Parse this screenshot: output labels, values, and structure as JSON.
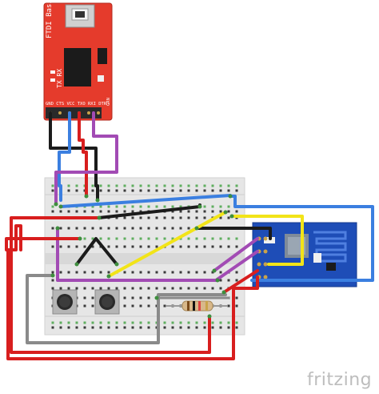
{
  "ftdi": {
    "title": "FTDI Basic",
    "txrx": "TX RX",
    "pins": "GND CTS VCC TXO RXI DTR",
    "side": "GRN"
  },
  "watermark": "fritzing",
  "colors": {
    "ftdi_board": "#e53b2c",
    "breadboard": "#e6e6e6",
    "esp_board": "#1e4db7",
    "wire_red": "#d81e1e",
    "wire_black": "#1b1b1b",
    "wire_blue": "#3b7fe0",
    "wire_purple": "#a24bb4",
    "wire_yellow": "#f2e418",
    "wire_gray": "#8a8a8a"
  }
}
